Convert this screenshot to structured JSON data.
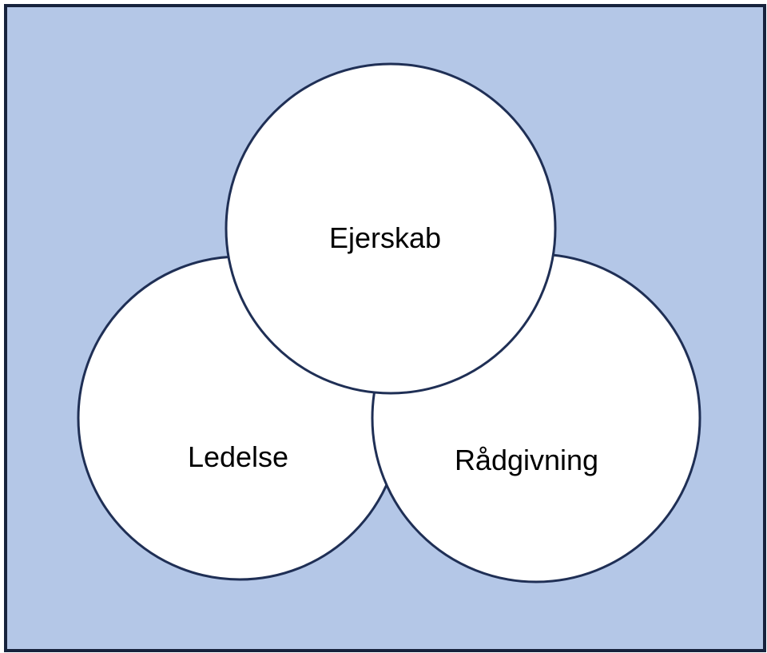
{
  "diagram": {
    "circles": [
      {
        "id": "ledelse",
        "label": "Ledelse"
      },
      {
        "id": "raadgivning",
        "label": "Rådgivning"
      },
      {
        "id": "ejerskab",
        "label": "Ejerskab"
      }
    ],
    "colors": {
      "background": "#b4c7e7",
      "circle_fill": "#ffffff",
      "stroke": "#1f2f55",
      "frame": "#17233d"
    }
  }
}
